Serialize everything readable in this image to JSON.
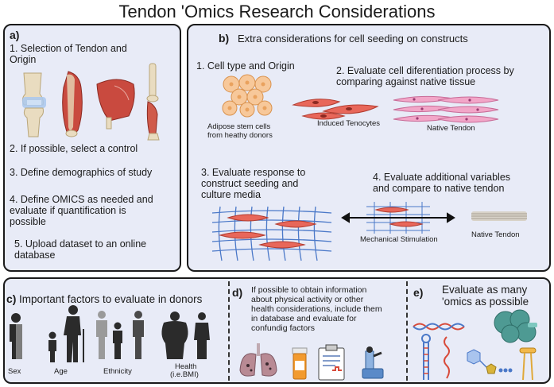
{
  "title": "Tendon 'Omics Research Considerations",
  "panel_a": {
    "label": "a)",
    "step1": [
      "1. Selection of Tendon and",
      "Origin"
    ],
    "step2": "2. If possible, select a control",
    "step3": "3. Define demographics of study",
    "step4": [
      "4. Define OMICS as needed and",
      "evaluate if quantification is",
      "possible"
    ],
    "step5": [
      "5. Upload dataset to an online",
      "database"
    ]
  },
  "panel_b": {
    "label": "b)",
    "heading": "Extra considerations for cell seeding on constructs",
    "item1": "1. Cell type and Origin",
    "item1_caption": [
      "Adipose stem cells",
      "from heathy donors"
    ],
    "item2": [
      "2. Evaluate cell diferentiation process by",
      "comparing against native tissue"
    ],
    "induced_caption": "Induced Tenocytes",
    "native_caption": "Native Tendon",
    "item3": [
      "3. Evaluate response to",
      "construct seeding and",
      "culture media"
    ],
    "item4": [
      "4. Evaluate additional variables",
      "and compare to native tendon"
    ],
    "mech_caption": "Mechanical Stimulation",
    "native2_caption": "Native Tendon"
  },
  "panel_c": {
    "label": "c)",
    "heading": "Important factors to evaluate in donors",
    "sex": "Sex",
    "age": "Age",
    "ethnicity": "Ethnicity",
    "health": [
      "Health",
      "(i.e.BMI)"
    ]
  },
  "panel_d": {
    "label": "d)",
    "text": [
      "If possible to obtain information",
      "about physical activity or other",
      "health considerations, include them",
      "in database and evaluate for",
      "confundig factors"
    ]
  },
  "panel_e": {
    "label": "e)",
    "text": [
      "Evaluate as many",
      "'omics as possible"
    ]
  },
  "colors": {
    "panel_bg": "#e8ebf7",
    "cell_orange": "#f7c89a",
    "tenocyte": "#e8675a",
    "native_pink": "#f2a6c8",
    "mesh_blue": "#4a78c8",
    "person_dark": "#2b2b2b",
    "person_grey": "#9a9a9a"
  }
}
